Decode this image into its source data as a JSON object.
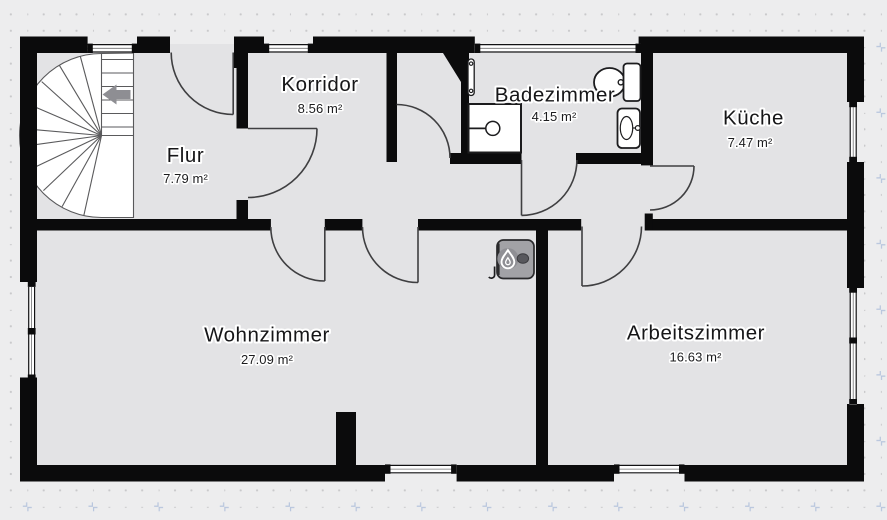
{
  "document": {
    "type": "floor-plan",
    "units": "m²"
  },
  "colors": {
    "background": "#ededee",
    "grid_dot": "#c9c9cb",
    "grid_cross": "#b7c5dd",
    "floor": "#e3e3e5",
    "wall": "#0b0b0c",
    "door_line": "#3f3f41",
    "stair_fill": "#ffffff",
    "fixture_stroke": "#1c1c1e",
    "boiler_body": "#9a9a9f",
    "stair_arrow": "#8e8e93",
    "label_text": "#161618",
    "label_halo": "#ffffff"
  },
  "rooms": [
    {
      "id": "flur",
      "label": "Flur",
      "area": "7.79 m²"
    },
    {
      "id": "korridor",
      "label": "Korridor",
      "area": "8.56 m²"
    },
    {
      "id": "badezimmer",
      "label": "Badezimmer",
      "area": "4.15 m²"
    },
    {
      "id": "kueche",
      "label": "Küche",
      "area": "7.47 m²"
    },
    {
      "id": "wohnzimmer",
      "label": "Wohnzimmer",
      "area": "27.09 m²"
    },
    {
      "id": "arbeitszimmer",
      "label": "Arbeitszimmer",
      "area": "16.63 m²"
    }
  ],
  "fixtures": [
    {
      "id": "spiral-staircase",
      "icon": "stairs-winder-icon",
      "location": "flur"
    },
    {
      "id": "stair-direction-arrow",
      "icon": "arrow-left-icon",
      "location": "flur"
    },
    {
      "id": "shower",
      "icon": "shower-icon",
      "location": "badezimmer"
    },
    {
      "id": "towel-radiator",
      "icon": "radiator-icon",
      "location": "badezimmer"
    },
    {
      "id": "toilet",
      "icon": "toilet-icon",
      "location": "badezimmer"
    },
    {
      "id": "sink",
      "icon": "sink-icon",
      "location": "badezimmer"
    },
    {
      "id": "boiler",
      "icon": "boiler-flame-icon",
      "location": "wohnzimmer"
    },
    {
      "id": "chimney",
      "icon": "chimney-block-icon",
      "location": "wohnzimmer"
    }
  ],
  "doors": [
    {
      "id": "door-entrance",
      "swing": "into-flur"
    },
    {
      "id": "door-flur-korridor",
      "swing": "into-korridor"
    },
    {
      "id": "door-korridor-hall",
      "swing": "into-hall"
    },
    {
      "id": "door-korridor-wohnzimmer",
      "swing": "into-wohnzimmer"
    },
    {
      "id": "door-hall-wohnzimmer",
      "swing": "into-wohnzimmer"
    },
    {
      "id": "door-badezimmer",
      "swing": "into-hall"
    },
    {
      "id": "door-arbeitszimmer",
      "swing": "into-arbeitszimmer"
    },
    {
      "id": "door-kueche",
      "swing": "into-kueche"
    }
  ],
  "windows": [
    {
      "id": "window-stairs",
      "wall": "top"
    },
    {
      "id": "window-korridor",
      "wall": "top"
    },
    {
      "id": "window-badezimmer",
      "wall": "top"
    },
    {
      "id": "window-wohnzimmer-left",
      "wall": "left"
    },
    {
      "id": "window-kueche",
      "wall": "right"
    },
    {
      "id": "window-arbeitszimmer",
      "wall": "right"
    },
    {
      "id": "window-wohnzimmer-bottom",
      "wall": "bottom"
    },
    {
      "id": "window-arbeitszimmer-bottom",
      "wall": "bottom"
    }
  ]
}
